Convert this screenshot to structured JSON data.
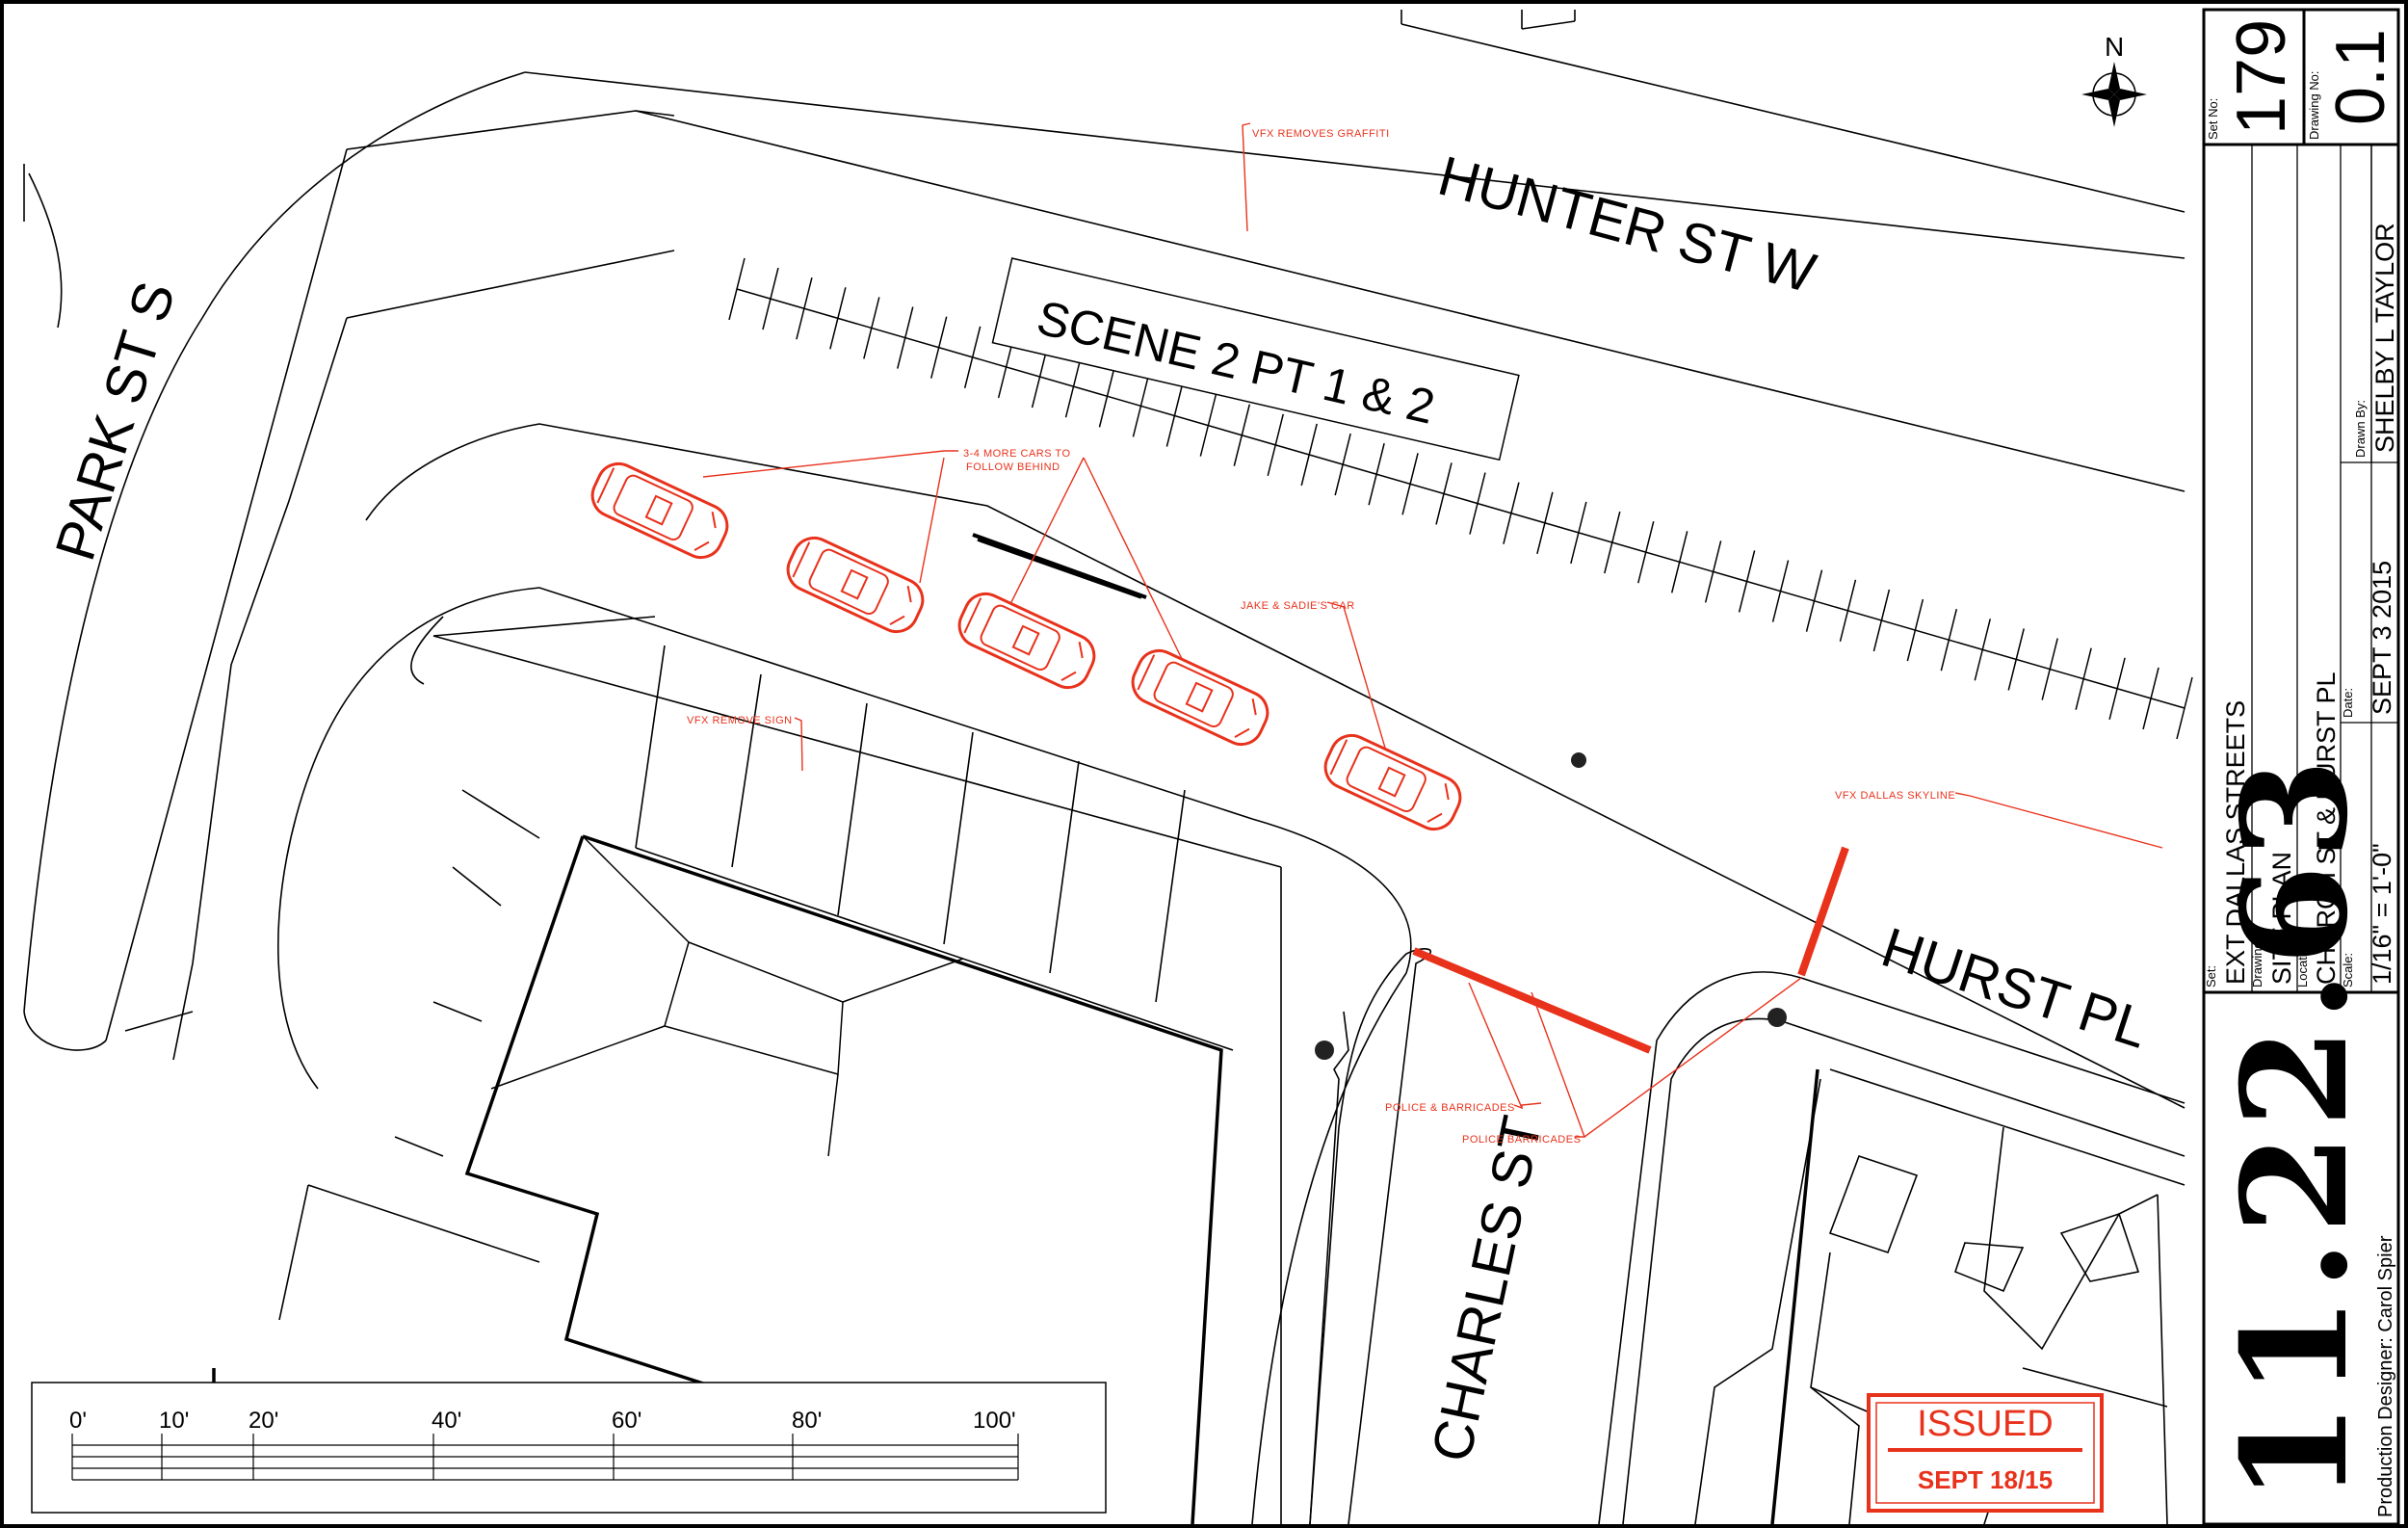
{
  "streets": {
    "hunter": "HUNTER ST W",
    "park": "PARK ST S",
    "hurst": "HURST PL",
    "charles": "CHARLES ST"
  },
  "scene_label": "SCENE 2 PT 1 & 2",
  "notes": {
    "graffiti": "VFX REMOVES GRAFFITI",
    "more_cars_1": "3-4 MORE CARS TO",
    "more_cars_2": "FOLLOW BEHIND",
    "jake_sadie": "JAKE & SADIE'S CAR",
    "remove_sign": "VFX REMOVE SIGN",
    "skyline": "VFX DALLAS SKYLINE",
    "police_barricades_1": "POLICE & BARRICADES",
    "police_barricades_2": "POLICE BARRICADES"
  },
  "north": "N",
  "scale_bar": [
    "0'",
    "10'",
    "20'",
    "40'",
    "60'",
    "80'",
    "100'"
  ],
  "stamp": {
    "title": "ISSUED",
    "date": "SEPT 18/15"
  },
  "title_block": {
    "set_no_label": "Set No:",
    "set_no": "179",
    "drawing_no_label": "Drawing No:",
    "drawing_no": "0.1",
    "drawn_by_label": "Drawn By:",
    "drawn_by": "SHELBY L TAYLOR",
    "set_label": "Set:",
    "set": "EXT DALLAS STREETS",
    "drawing_label": "Drawing:",
    "drawing": "SITE PLAN",
    "location_label": "Location:",
    "location": "CHURCH ST & HURST PL",
    "scale_label": "Scale:",
    "scale": "1/16\" = 1'-0\"",
    "date_label": "Date:",
    "date": "SEPT 3 2015",
    "production_designer": "Production Designer: Carol Spier",
    "big_date": "11.22.63"
  },
  "colors": {
    "red": "#e8321c",
    "black": "#000000"
  }
}
